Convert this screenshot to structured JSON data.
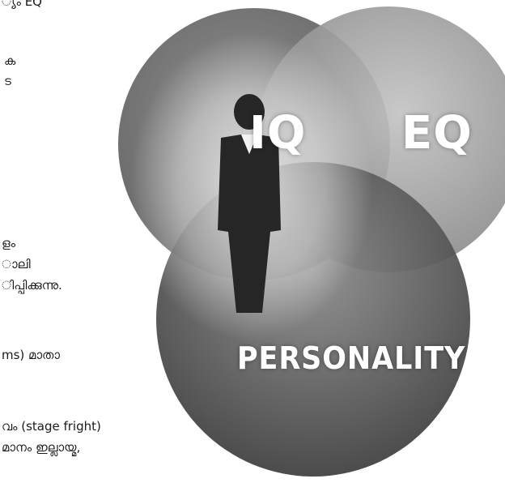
{
  "diagram": {
    "circles": [
      {
        "label": "IQ"
      },
      {
        "label": "EQ"
      },
      {
        "label": "PERSONALITY"
      }
    ],
    "colors": {
      "iq_circle": "#6e6e6e",
      "eq_circle": "#9a9a9a",
      "personality_circle": "#5a5a5a",
      "figure": "#262626",
      "label": "#ffffff"
    },
    "center_icon": "person-icon"
  },
  "text_fragments": [
    "്യം EQ",
    "ക",
    "ട",
    "ളം",
    "ാലി",
    "ിപ്പിക്കുന്നു.",
    "ms) മാതാ",
    "വം (stage fright)",
    "മാനം ഇല്ലായ്മ,"
  ]
}
